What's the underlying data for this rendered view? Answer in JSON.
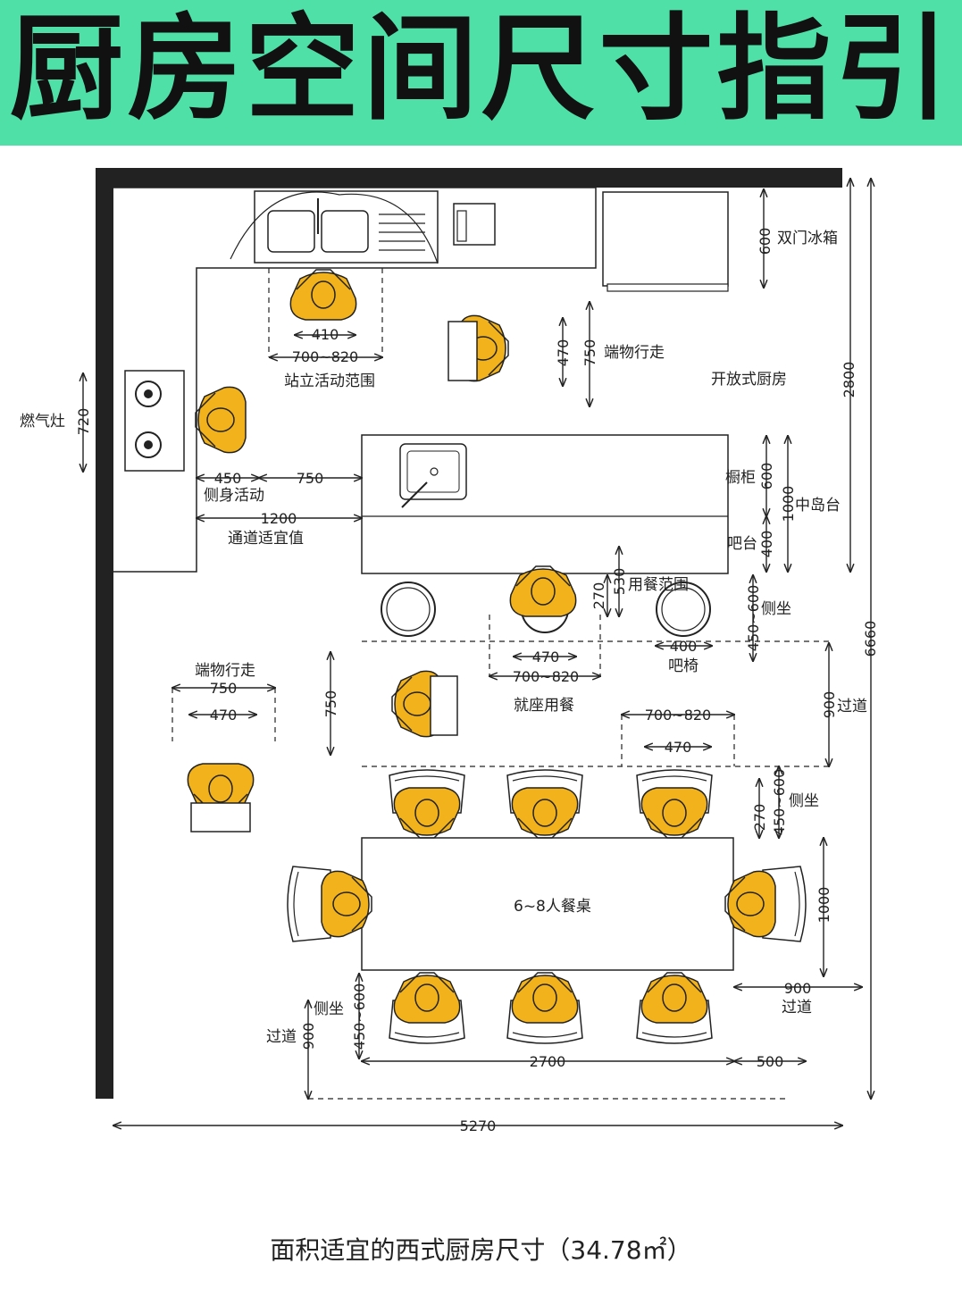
{
  "title": "厨房空间尺寸指引",
  "caption": "面积适宜的西式厨房尺寸（34.78㎡）",
  "colors": {
    "banner": "#4fe0a8",
    "person": "#f2b21c",
    "line": "#222222"
  },
  "labels": {
    "fridge": "双门冰箱",
    "open_kitchen": "开放式厨房",
    "stove": "燃气灶",
    "stand_range": "站立活动范围",
    "carry_walk_top": "端物行走",
    "side_activity": "侧身活动",
    "aisle": "通道适宜值",
    "cabinet": "橱柜",
    "island": "中岛台",
    "bar": "吧台",
    "dining_range": "用餐范围",
    "side_sit_top": "侧坐",
    "bar_stool": "吧椅",
    "seated_dining": "就座用餐",
    "passage_right": "过道",
    "carry_walk_left": "端物行走",
    "side_sit_right": "侧坐",
    "table": "6~8人餐桌",
    "side_sit_left": "侧坐",
    "passage_left": "过道",
    "passage_bottom": "过道"
  },
  "dims": {
    "d600_fridge": "600",
    "d2800": "2800",
    "d6660": "6660",
    "d720": "720",
    "d410": "410",
    "d700_820_sink": "700~820",
    "d470_carry": "470",
    "d750_carry": "750",
    "d450": "450",
    "d750_aisle": "750",
    "d1200": "1200",
    "d600_cab": "600",
    "d1000_island": "1000",
    "d400_bar": "400",
    "d530": "530",
    "d270_bar": "270",
    "d450_600_bar": "450~600",
    "d470_bar": "470",
    "d700_820_bar": "700~820",
    "d400_stool": "400",
    "d750_left": "750",
    "d900_right": "900",
    "d750_walk": "750",
    "d470_walk": "470",
    "d700_820_right": "700~820",
    "d470_right": "470",
    "d270_table": "270",
    "d450_600_table": "450~600",
    "d1000_table": "1000",
    "d900_side": "900",
    "d450_600_left": "450~600",
    "d900_left": "900",
    "d2700": "2700",
    "d500": "500",
    "d5270": "5270"
  }
}
